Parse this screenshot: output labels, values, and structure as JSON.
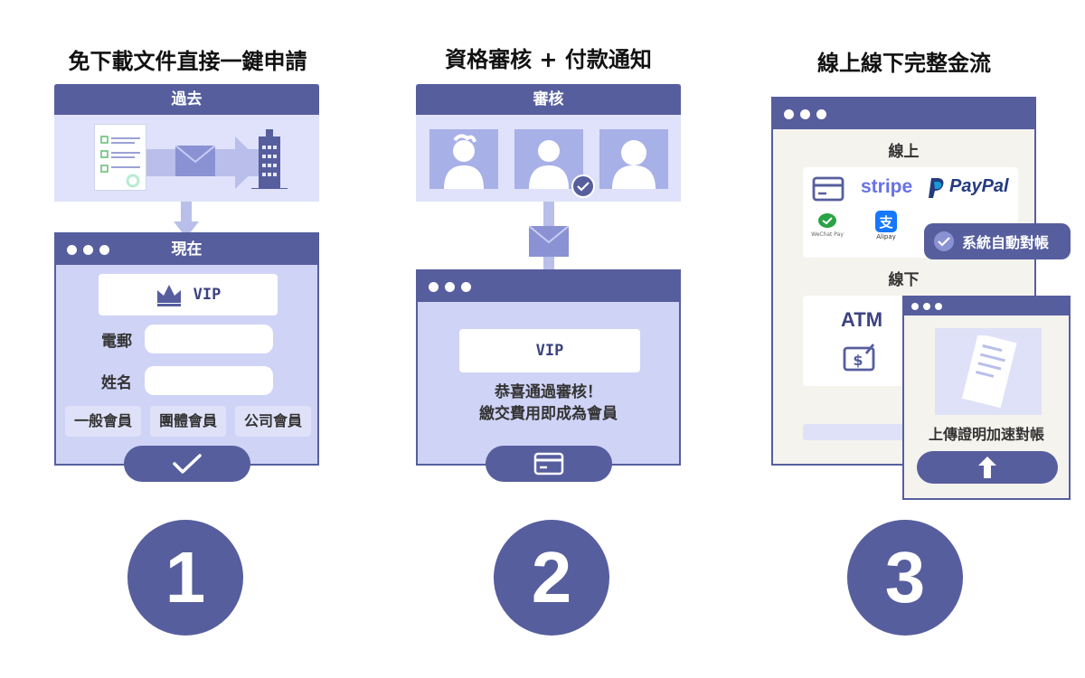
{
  "step1": {
    "title": "免下載文件直接一鍵申請",
    "past_label": "過去",
    "now_label": "現在",
    "vip_label": "VIP",
    "email_label": "電郵",
    "name_label": "姓名",
    "member_types": [
      "一般會員",
      "團體會員",
      "公司會員"
    ],
    "number": "1"
  },
  "step2": {
    "title": "資格審核 + 付款通知",
    "review_label": "審核",
    "vip_label": "VIP",
    "message_line1": "恭喜通過審核！",
    "message_line2": "繳交費用即成為會員",
    "number": "2"
  },
  "step3": {
    "title": "線上線下完整金流",
    "online_label": "線上",
    "offline_label": "線下",
    "payment_methods": {
      "stripe": "stripe",
      "paypal": "PayPal",
      "wechat": "WeChat Pay",
      "alipay": "Alipay"
    },
    "atm_label": "ATM",
    "auto_reconcile": "系統自動對帳",
    "upload_label": "上傳證明加速對帳",
    "number": "3"
  },
  "colors": {
    "primary": "#565e9e",
    "panel": "#cfd3f6",
    "light": "#dfe1f8",
    "cream": "#f5f3ee"
  }
}
